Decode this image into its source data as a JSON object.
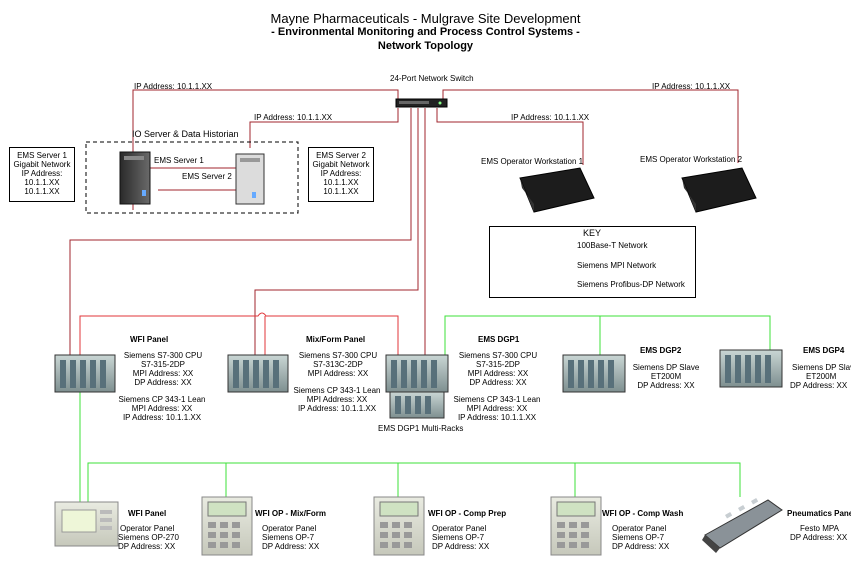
{
  "title": {
    "line1": "Mayne Pharmaceuticals - Mulgrave Site Development",
    "line2": "- Environmental Monitoring and Process Control Systems -",
    "line3": "Network Topology"
  },
  "switch": {
    "label": "24-Port Network Switch"
  },
  "ip_labels": {
    "left_top": "IP Address: 10.1.1.XX",
    "right_top": "IP Address: 10.1.1.XX",
    "server2": "IP Address: 10.1.1.XX",
    "workstation1": "IP Address: 10.1.1.XX"
  },
  "servers": {
    "group_label": "IO Server & Data Historian",
    "server1_label": "EMS Server 1",
    "server2_label": "EMS Server 2",
    "server1_box": [
      "EMS Server 1",
      "Gigabit Network",
      "IP Address:",
      "10.1.1.XX",
      "10.1.1.XX"
    ],
    "server2_box": [
      "EMS Server 2",
      "Gigabit Network",
      "IP Address:",
      "10.1.1.XX",
      "10.1.1.XX"
    ]
  },
  "workstations": {
    "ws1": "EMS Operator Workstation 1",
    "ws2": "EMS Operator Workstation 2"
  },
  "key": {
    "title": "KEY",
    "items": [
      "100Base-T Network",
      "Siemens MPI Network",
      "Siemens Profibus-DP Network"
    ]
  },
  "colors": {
    "ethernet": "#a0262e",
    "mpi": "#e0363a",
    "profibus": "#3ee03a"
  },
  "panels": {
    "wfi": {
      "name": "WFI Panel",
      "cpu": [
        "Siemens S7-300 CPU",
        "S7-315-2DP",
        "MPI Address: XX",
        "DP Address: XX"
      ],
      "cp": [
        "Siemens CP 343-1 Lean",
        "MPI Address: XX",
        "IP Address: 10.1.1.XX"
      ]
    },
    "mixform": {
      "name": "Mix/Form Panel",
      "cpu": [
        "Siemens S7-300 CPU",
        "S7-313C-2DP",
        "MPI Address: XX"
      ],
      "cp": [
        "Siemens CP 343-1 Lean",
        "MPI Address: XX",
        "IP Address: 10.1.1.XX"
      ]
    },
    "dgp1": {
      "name": "EMS DGP1",
      "cpu": [
        "Siemens S7-300 CPU",
        "S7-315-2DP",
        "MPI Address: XX",
        "DP Address: XX"
      ],
      "cp": [
        "Siemens CP 343-1 Lean",
        "MPI Address: XX",
        "IP Address: 10.1.1.XX"
      ],
      "multi": "EMS DGP1 Multi-Racks"
    },
    "dgp2": {
      "name": "EMS DGP2",
      "info": [
        "Siemens DP Slave",
        "ET200M",
        "DP Address: XX"
      ]
    },
    "dgp4": {
      "name": "EMS DGP4",
      "info": [
        "Siemens DP Slave",
        "ET200M",
        "DP Address: XX"
      ]
    }
  },
  "operators": {
    "wfi": {
      "name": "WFI Panel",
      "info": [
        "Operator Panel",
        "Siemens OP-270",
        "DP Address: XX"
      ]
    },
    "mixform": {
      "name": "WFI OP - Mix/Form",
      "info": [
        "Operator Panel",
        "Siemens OP-7",
        "DP Address: XX"
      ]
    },
    "compprep": {
      "name": "WFI OP - Comp Prep",
      "info": [
        "Operator Panel",
        "Siemens OP-7",
        "DP Address: XX"
      ]
    },
    "compwash": {
      "name": "WFI OP - Comp Wash",
      "info": [
        "Operator Panel",
        "Siemens OP-7",
        "DP Address: XX"
      ]
    },
    "pneumatics": {
      "name": "Pneumatics Panel",
      "info": [
        "Festo MPA",
        "DP Address: XX"
      ]
    }
  }
}
